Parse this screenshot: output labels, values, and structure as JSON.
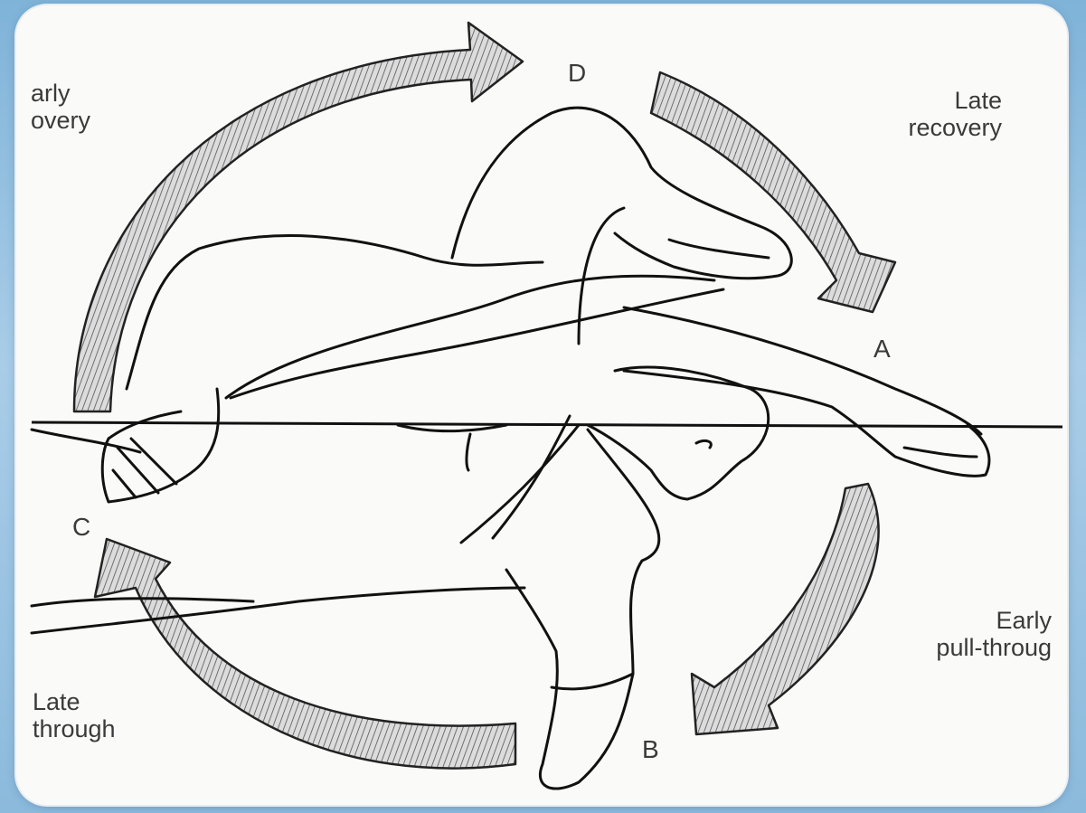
{
  "labels": {
    "phase_late_recovery": [
      "Late",
      "recovery"
    ],
    "phase_early_recovery": [
      "arly",
      "overy"
    ],
    "phase_early_pull_through": [
      "Early",
      "pull-throug"
    ],
    "phase_late_pull_through": [
      "Late",
      "through"
    ]
  },
  "points": {
    "a": "A",
    "b": "B",
    "c": "C",
    "d": "D"
  },
  "colors": {
    "background": "#8cbadc",
    "frame": "#fafaf8",
    "line": "#111111",
    "arrow_fill": "#cfcfcf",
    "arrow_hatch": "#555555"
  }
}
